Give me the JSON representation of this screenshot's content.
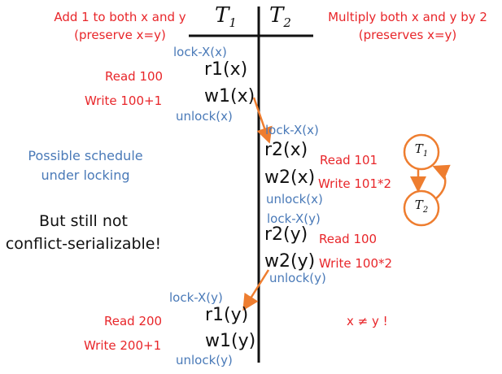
{
  "header": {
    "t1": "T",
    "t1_sub": "1",
    "t2": "T",
    "t2_sub": "2",
    "left_line1": "Add 1 to both x and y",
    "left_line2": "(preserve x=y)",
    "right_line1": "Multiply both x and y by 2",
    "right_line2": "(preserves x=y)"
  },
  "t1_ops": [
    {
      "lock": "lock-X(x)",
      "op": "r1(x)",
      "note": "Read 100"
    },
    {
      "op": "w1(x)",
      "note": "Write 100+1",
      "unlock": "unlock(x)"
    },
    {
      "lock": "lock-X(y)",
      "op": "r1(y)",
      "note": "Read 200"
    },
    {
      "op": "w1(y)",
      "note": "Write 200+1",
      "unlock": "unlock(y)"
    }
  ],
  "t2_ops": [
    {
      "lock": "lock-X(x)",
      "op": "r2(x)",
      "note": "Read 101"
    },
    {
      "op": "w2(x)",
      "note": "Write 101*2",
      "unlock": "unlock(x)"
    },
    {
      "lock": "lock-X(y)",
      "op": "r2(y)",
      "note": "Read 100"
    },
    {
      "op": "w2(y)",
      "note": "Write 100*2",
      "unlock": "unlock(y)"
    }
  ],
  "captions": {
    "possible_line1": "Possible schedule",
    "possible_line2": "under locking",
    "still_line1": "But still not",
    "still_line2": "conflict-serializable!",
    "neq": "x ≠ y !"
  },
  "graph": {
    "node1": "T",
    "node1_sub": "1",
    "node2": "T",
    "node2_sub": "2"
  },
  "colors": {
    "red": "#e8262a",
    "blue": "#4a7ab8",
    "orange": "#ee7d2f",
    "black": "#111111"
  }
}
